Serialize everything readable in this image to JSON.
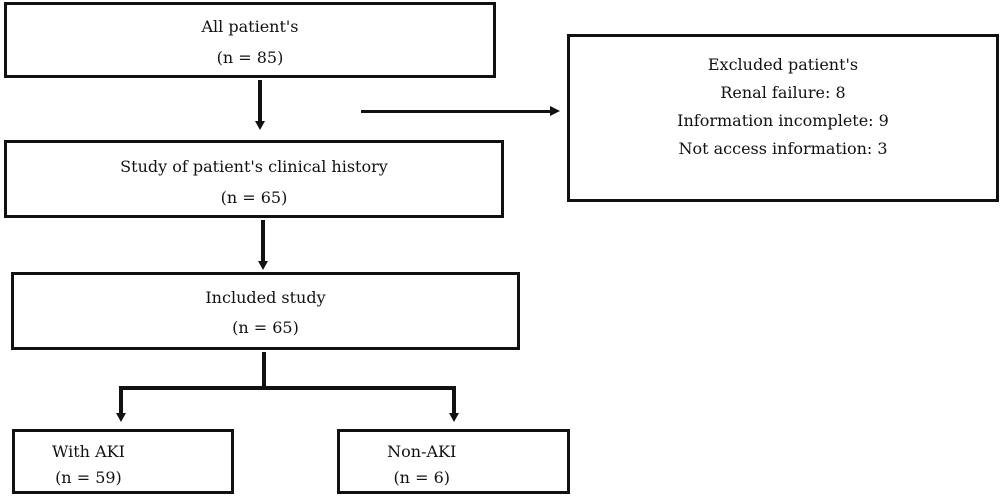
{
  "diagram": {
    "all_patients": {
      "label": "All patient's",
      "count": "(n = 85)"
    },
    "excluded": {
      "title": "Excluded patient's",
      "reasons": [
        "Renal failure: 8",
        "Information incomplete: 9",
        "Not access information: 3"
      ]
    },
    "clinical_history": {
      "label": "Study of patient's clinical history",
      "count": "(n = 65)"
    },
    "included": {
      "label": "Included study",
      "count": "(n = 65)"
    },
    "with_aki": {
      "label": "With AKI",
      "count": "(n = 59)"
    },
    "non_aki": {
      "label": "Non-AKI",
      "count": "(n = 6)"
    }
  }
}
